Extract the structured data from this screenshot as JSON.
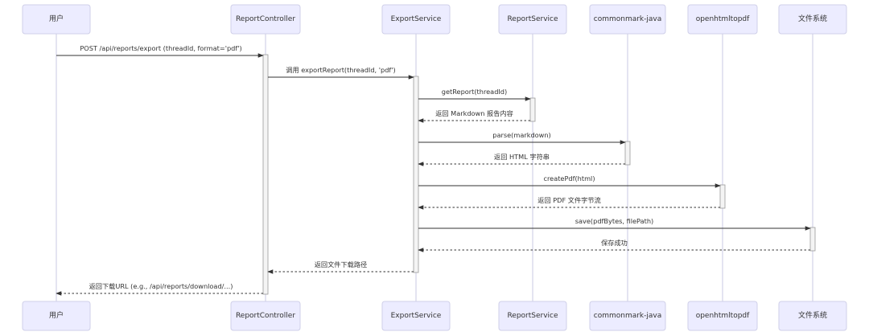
{
  "participants": [
    {
      "id": "user",
      "label": "用户"
    },
    {
      "id": "rc",
      "label": "ReportController"
    },
    {
      "id": "es",
      "label": "ExportService"
    },
    {
      "id": "rs",
      "label": "ReportService"
    },
    {
      "id": "cm",
      "label": "commonmark-java"
    },
    {
      "id": "oh",
      "label": "openhtmltopdf"
    },
    {
      "id": "fs",
      "label": "文件系统"
    }
  ],
  "messages": [
    {
      "from": "user",
      "to": "rc",
      "label": "POST /api/reports/export (threadId, format='pdf')",
      "type": "sync"
    },
    {
      "from": "rc",
      "to": "es",
      "label": "调用 exportReport(threadId, 'pdf')",
      "type": "sync"
    },
    {
      "from": "es",
      "to": "rs",
      "label": "getReport(threadId)",
      "type": "sync"
    },
    {
      "from": "rs",
      "to": "es",
      "label": "返回 Markdown 报告内容",
      "type": "reply"
    },
    {
      "from": "es",
      "to": "cm",
      "label": "parse(markdown)",
      "type": "sync"
    },
    {
      "from": "cm",
      "to": "es",
      "label": "返回 HTML 字符串",
      "type": "reply"
    },
    {
      "from": "es",
      "to": "oh",
      "label": "createPdf(html)",
      "type": "sync"
    },
    {
      "from": "oh",
      "to": "es",
      "label": "返回 PDF 文件字节流",
      "type": "reply"
    },
    {
      "from": "es",
      "to": "fs",
      "label": "save(pdfBytes, filePath)",
      "type": "sync"
    },
    {
      "from": "fs",
      "to": "es",
      "label": "保存成功",
      "type": "reply"
    },
    {
      "from": "es",
      "to": "rc",
      "label": "返回文件下载路径",
      "type": "reply"
    },
    {
      "from": "rc",
      "to": "user",
      "label": "返回下载URL (e.g., /api/reports/download/...)",
      "type": "reply"
    }
  ],
  "activations": [
    {
      "participant": "rc",
      "from_message": 0,
      "to_message": 11
    },
    {
      "participant": "es",
      "from_message": 1,
      "to_message": 10
    },
    {
      "participant": "rs",
      "from_message": 2,
      "to_message": 3
    },
    {
      "participant": "cm",
      "from_message": 4,
      "to_message": 5
    },
    {
      "participant": "oh",
      "from_message": 6,
      "to_message": 7
    },
    {
      "participant": "fs",
      "from_message": 8,
      "to_message": 9
    }
  ]
}
